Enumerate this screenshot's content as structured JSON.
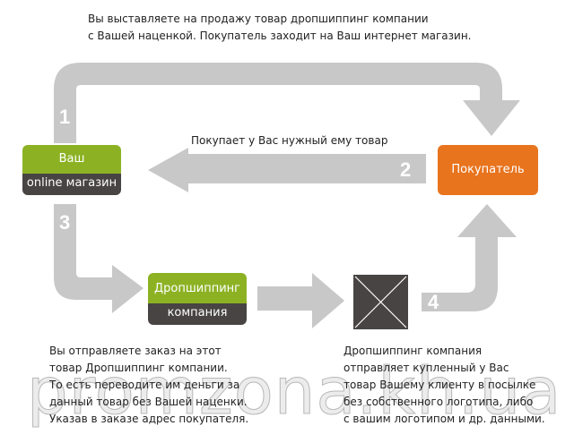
{
  "top_text": [
    "Вы выставляете на продажу товар дропшиппинг компании",
    "с Вашей наценкой. Покупатель заходит на Ваш интернет магазин."
  ],
  "arrow2_text": "Покупает у Вас нужный ему товар",
  "shop_box": {
    "top": "Ваш",
    "bottom": "online магазин"
  },
  "buyer_box": {
    "label": "Покупатель"
  },
  "dropship_box": {
    "top": "Дропшиппинг",
    "bottom": "компания"
  },
  "package_icon": "package-cross-icon",
  "steps": [
    "1",
    "2",
    "3",
    "4"
  ],
  "bottom_left_text": [
    "Вы отправляете заказ на этот",
    "товар Дропшиппинг компании.",
    "То есть переводите им деньги за",
    "данный товар без Вашей наценки.",
    "Указав в заказе адрес покупателя."
  ],
  "bottom_right_text": [
    "Дропшиппинг компания",
    "отправляет купленный у Вас",
    "товар Вашему клиенту в посылке",
    "без собственного логотипа, либо",
    "с вашим логотипом и др. данными."
  ],
  "watermark": "promzona.kh.ua",
  "colors": {
    "green": "#8cb224",
    "dark": "#484443",
    "orange": "#e8741e",
    "arrow": "#c8c8c8"
  }
}
